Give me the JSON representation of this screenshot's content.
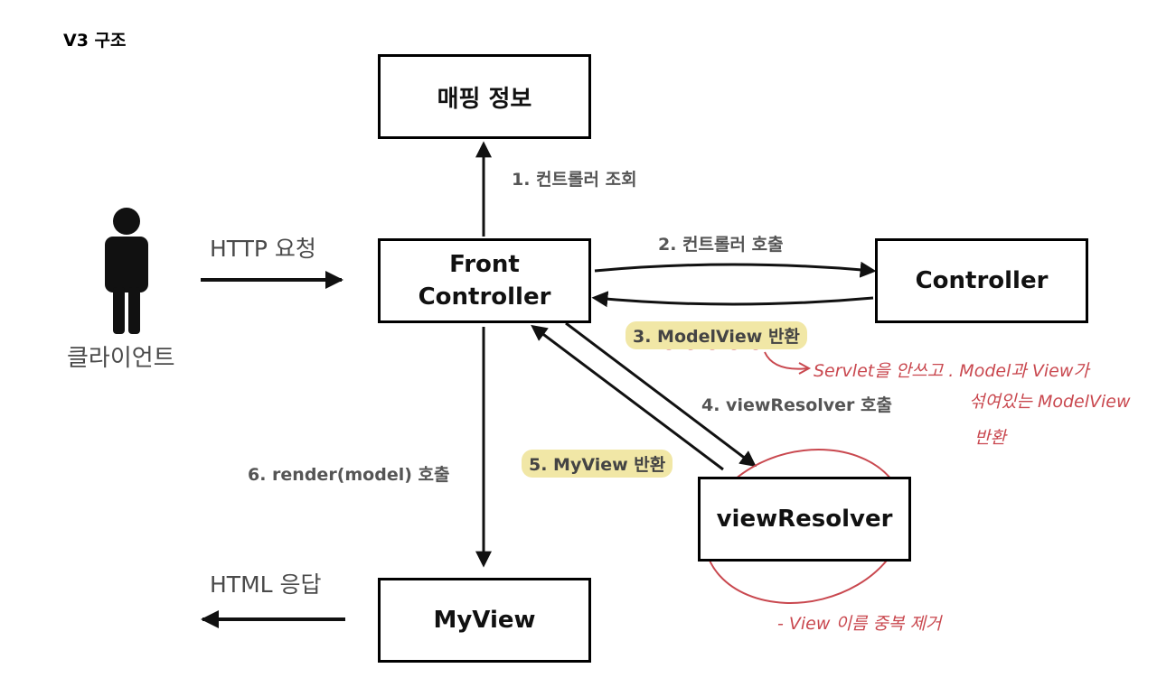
{
  "title": "V3 구조",
  "nodes": {
    "mapping": "매핑 정보",
    "front_line1": "Front",
    "front_line2": "Controller",
    "controller": "Controller",
    "view_resolver": "viewResolver",
    "my_view": "MyView",
    "client": "클라이언트"
  },
  "edges": {
    "http_request": "HTTP 요청",
    "step1": "1. 컨트롤러 조회",
    "step2": "2. 컨트롤러 호출",
    "step3": "3. ModelView 반환",
    "step4": "4. viewResolver 호출",
    "step5": "5. MyView 반환",
    "step6": "6. render(model) 호출",
    "html_response": "HTML 응답"
  },
  "notes": {
    "modelview_line1": "Servlet을 안쓰고 . Model과 View가",
    "modelview_line2": "섞여있는 ModelView",
    "modelview_line3": "반환",
    "resolver": "- View 이름 중복 제거"
  },
  "colors": {
    "highlight": "#f1e7a6",
    "annotation": "#c9484f",
    "label": "#555555"
  }
}
